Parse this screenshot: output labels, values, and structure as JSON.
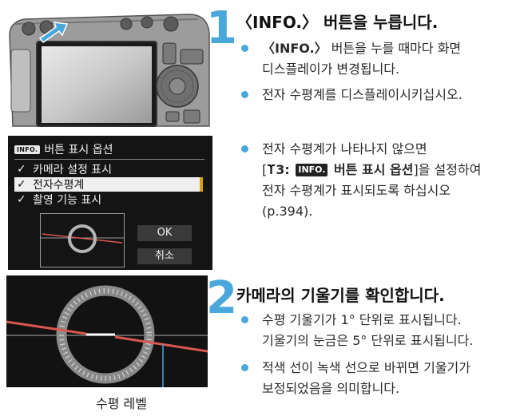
{
  "step1": {
    "number": "1",
    "title": "〈INFO.〉 버튼을 누릅니다.",
    "bullet1_line1_bold": "〈INFO.〉",
    "bullet1_line1_rest": " 버튼을 누를 때마다 화면",
    "bullet1_line2": "디스플레이가 변경됩니다.",
    "bullet2": "전자 수평계를 디스플레이시키십시오.",
    "bullet3_line1": "전자 수평계가 나타나지 않으면",
    "bullet3_line2_pre": "[",
    "bullet3_line2_icon": "wrench-icon",
    "bullet3_line2_num": "3: ",
    "bullet3_line2_badge": "INFO.",
    "bullet3_line2_bold": " 버튼 표시 옵션",
    "bullet3_line2_post": "]을 설정하여",
    "bullet3_line3": "전자 수평계가 표시되도록 하십시오",
    "bullet3_line4": "(p.394)."
  },
  "step2": {
    "number": "2",
    "title": "카메라의 기울기를 확인합니다.",
    "bullet1_line1": "수평 기울기가 1° 단위로 표시됩니다.",
    "bullet1_line2": "기울기의 눈금은 5° 단위로 표시됩니다.",
    "bullet2_line1": "적색 선이 녹색 선으로 바뀌면 기울기가",
    "bullet2_line2": "보정되었음을 의미합니다."
  },
  "menu": {
    "badge": "INFO.",
    "title": "버튼 표시 옵션",
    "check": "✓",
    "items": [
      "카메라 설정 표시",
      "전자수평계",
      "촬영 기능 표시"
    ],
    "selected_index": 1,
    "ok": "OK",
    "cancel": "취소"
  },
  "level": {
    "caption": "수평 레벨"
  },
  "colors": {
    "accent": "#4aa7dc",
    "tilt_line": "#d9574f",
    "menu_highlight": "#d8a300"
  }
}
